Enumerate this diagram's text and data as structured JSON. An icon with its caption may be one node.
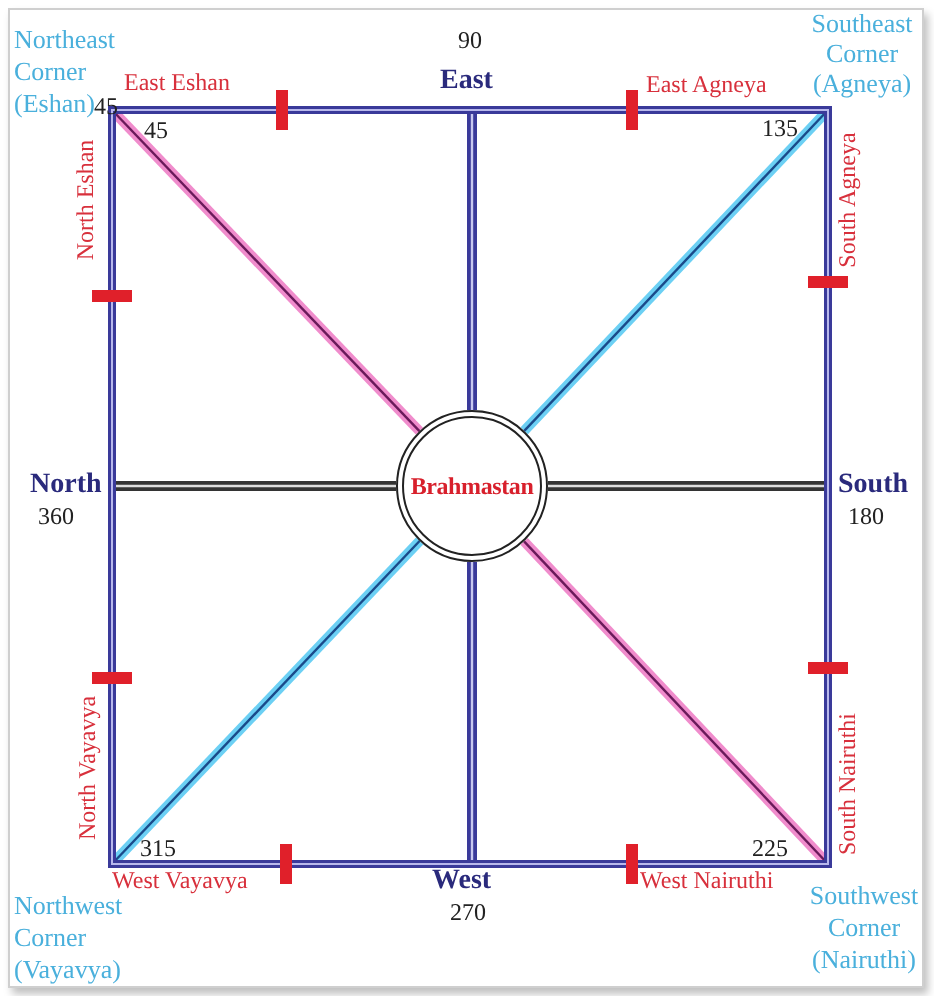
{
  "diagram": {
    "nodes": [
      {
        "text": [
          "Brahmastan"
        ]
      }
    ],
    "labels": [
      "Northeast Corner (Eshan)",
      "45",
      "90",
      "Southeast Corner (Agneya)",
      "East Eshan",
      "East",
      "East Agneya",
      "45",
      "135",
      "North Eshan",
      "South Agneya",
      "North",
      "South",
      "360",
      "180",
      "North Vayavya",
      "South Nairuthi",
      "315",
      "225",
      "West Vayavya",
      "West",
      "West Nairuthi",
      "Northwest Corner (Vayavya)",
      "270",
      "Southwest Corner (Nairuthi)"
    ]
  }
}
